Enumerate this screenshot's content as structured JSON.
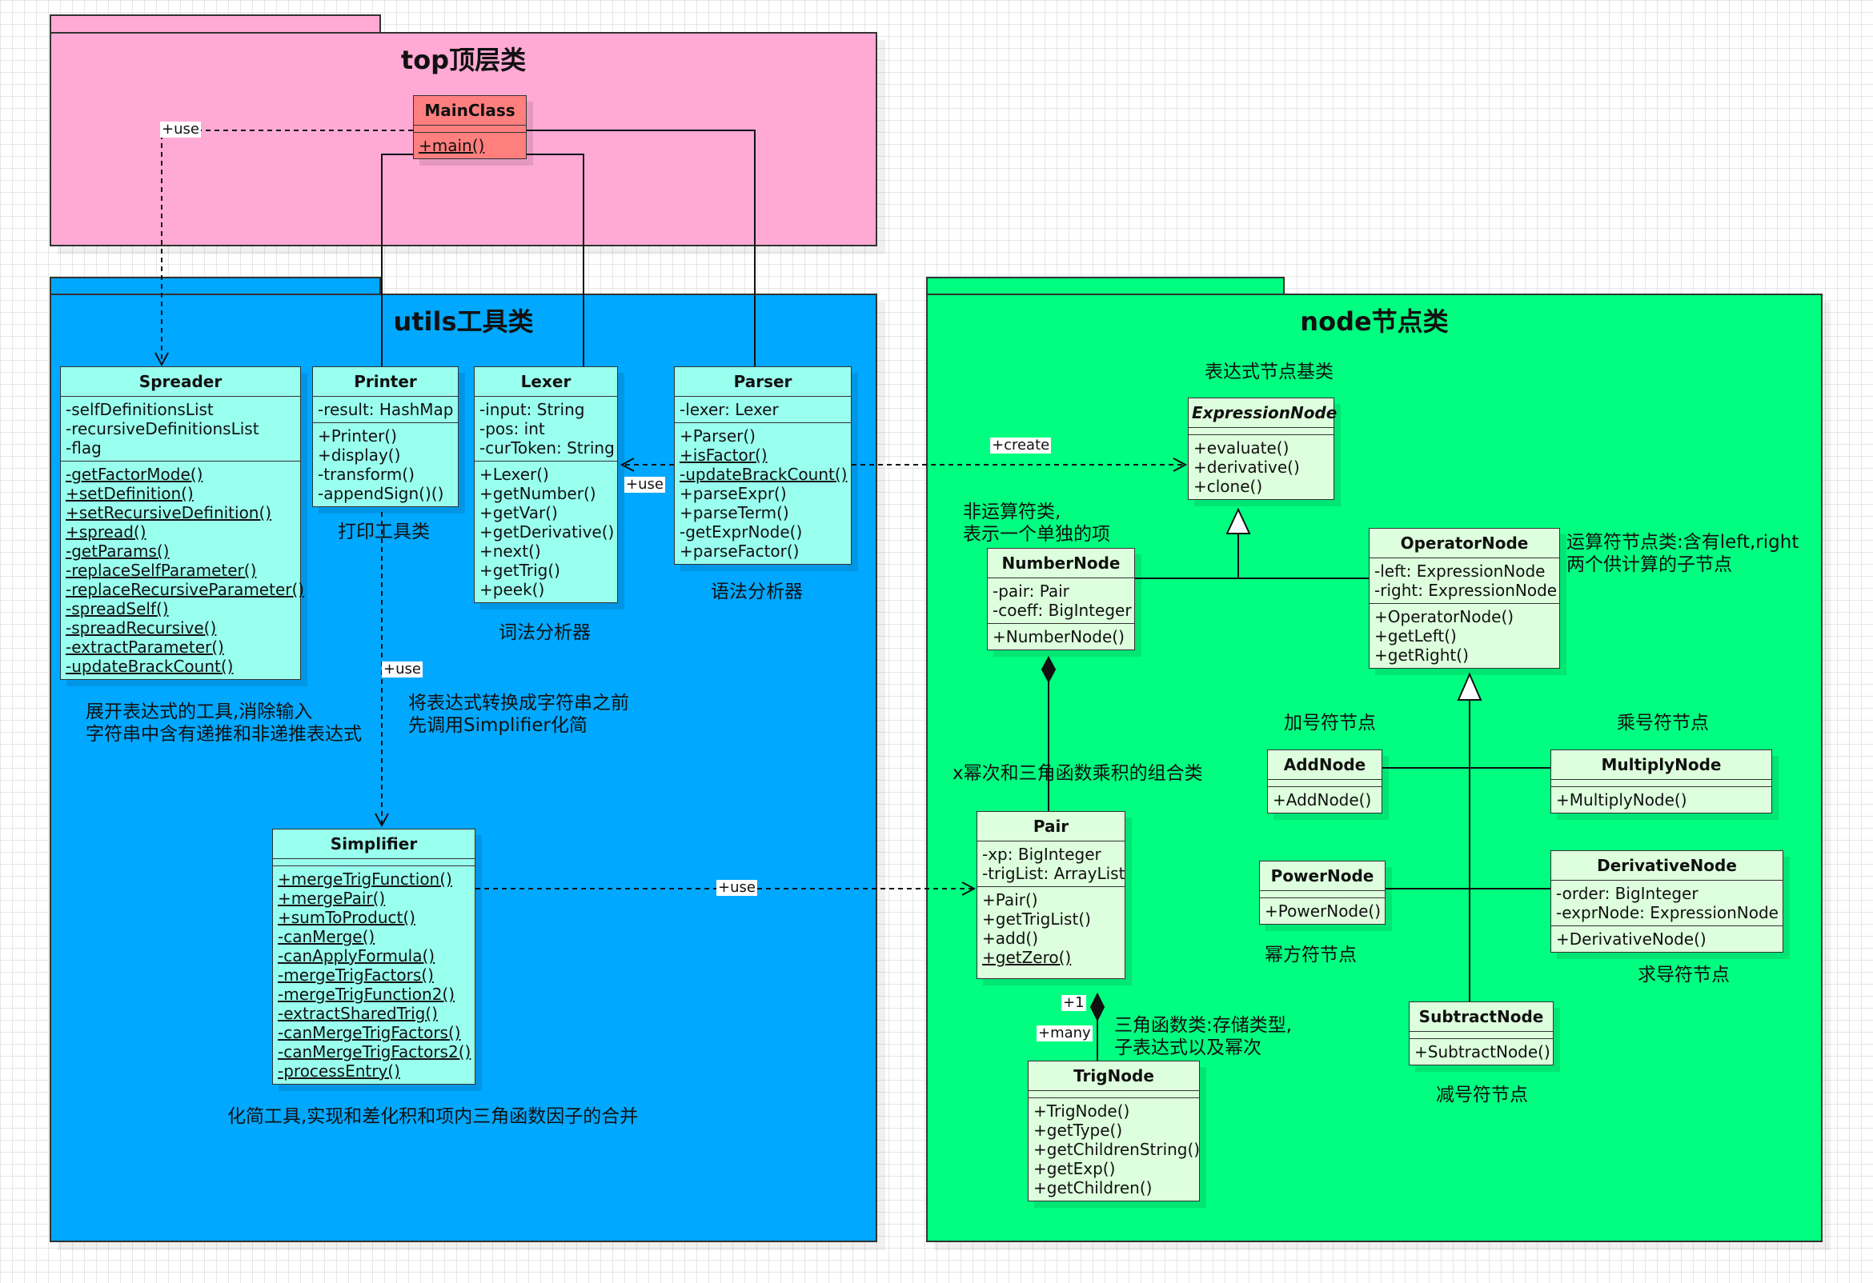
{
  "colors": {
    "top_pkg": "#ffaad5",
    "utils_pkg": "#00a8ff",
    "node_pkg": "#00ff80",
    "mainclass_fill": "#ff7f7f",
    "utils_class_fill": "#99ffee",
    "node_class_fill": "#ddffdd"
  },
  "packages": {
    "top": "top顶层类",
    "utils": "utils工具类",
    "node": "node节点类"
  },
  "classes": {
    "mainclass": {
      "name": "MainClass",
      "methods": [
        "+main()"
      ]
    },
    "spreader": {
      "name": "Spreader",
      "attributes": [
        "-selfDefinitionsList",
        "-recursiveDefinitionsList",
        "-flag"
      ],
      "methods": [
        "-getFactorMode()",
        "+setDefinition()",
        "+setRecursiveDefinition()",
        "+spread()",
        "-getParams()",
        "-replaceSelfParameter()",
        "-replaceRecursiveParameter()",
        "-spreadSelf()",
        "-spreadRecursive()",
        "-extractParameter()",
        "-updateBrackCount()"
      ]
    },
    "printer": {
      "name": "Printer",
      "attributes": [
        "-result: HashMap"
      ],
      "methods": [
        "+Printer()",
        "+display()",
        "-transform()",
        "-appendSign()()"
      ]
    },
    "lexer": {
      "name": "Lexer",
      "attributes": [
        "-input: String",
        "-pos: int",
        "-curToken: String"
      ],
      "methods": [
        "+Lexer()",
        "+getNumber()",
        "+getVar()",
        "+getDerivative()",
        "+next()",
        "+getTrig()",
        "+peek()"
      ]
    },
    "parser": {
      "name": "Parser",
      "attributes": [
        "-lexer: Lexer"
      ],
      "methods": [
        "+Parser()",
        "+isFactor()",
        "-updateBrackCount()",
        "+parseExpr()",
        "+parseTerm()",
        "-getExprNode()",
        "+parseFactor()"
      ]
    },
    "simplifier": {
      "name": "Simplifier",
      "methods": [
        "+mergeTrigFunction()",
        "+mergePair()",
        "+sumToProduct()",
        "-canMerge()",
        "-canApplyFormula()",
        "-mergeTrigFactors()",
        "-mergeTrigFunction2()",
        "-extractSharedTrig()",
        "-canMergeTrigFactors()",
        "-canMergeTrigFactors2()",
        "-processEntry()"
      ]
    },
    "expressionnode": {
      "name": "ExpressionNode",
      "methods": [
        "+evaluate()",
        "+derivative()",
        "+clone()"
      ]
    },
    "numbernode": {
      "name": "NumberNode",
      "attributes": [
        "-pair: Pair",
        "-coeff: BigInteger"
      ],
      "methods": [
        "+NumberNode()"
      ]
    },
    "operatornode": {
      "name": "OperatorNode",
      "attributes": [
        "-left: ExpressionNode",
        "-right: ExpressionNode"
      ],
      "methods": [
        "+OperatorNode()",
        "+getLeft()",
        "+getRight()"
      ]
    },
    "addnode": {
      "name": "AddNode",
      "methods": [
        "+AddNode()"
      ]
    },
    "multiplynode": {
      "name": "MultiplyNode",
      "methods": [
        "+MultiplyNode()"
      ]
    },
    "powernode": {
      "name": "PowerNode",
      "methods": [
        "+PowerNode()"
      ]
    },
    "derivativenode": {
      "name": "DerivativeNode",
      "attributes": [
        "-order: BigInteger",
        "-exprNode: ExpressionNode"
      ],
      "methods": [
        "+DerivativeNode()"
      ]
    },
    "subtractnode": {
      "name": "SubtractNode",
      "methods": [
        "+SubtractNode()"
      ]
    },
    "pair": {
      "name": "Pair",
      "attributes": [
        "-xp: BigInteger",
        "-trigList: ArrayList"
      ],
      "methods": [
        "+Pair()",
        "+getTrigList()",
        "+add()",
        "+getZero()"
      ]
    },
    "trignode": {
      "name": "TrigNode",
      "methods": [
        "+TrigNode()",
        "+getType()",
        "+getChildrenString()",
        "+getExp()",
        "+getChildren()"
      ]
    }
  },
  "notes": {
    "printer": "打印工具类",
    "lexer": "词法分析器",
    "parser": "语法分析器",
    "spreader": [
      "展开表达式的工具,消除输入",
      "字符串中含有递推和非递推表达式"
    ],
    "printer_use": [
      "将表达式转换成字符串之前",
      "先调用Simplifier化简"
    ],
    "simplifier": "化简工具,实现和差化积和项内三角函数因子的合并",
    "expressionnode": "表达式节点基类",
    "numbernode": [
      "非运算符类,",
      "表示一个单独的项"
    ],
    "operatornode": [
      "运算符节点类:含有left,right",
      "两个供计算的子节点"
    ],
    "addnode": "加号符节点",
    "multiplynode": "乘号符节点",
    "pair": "x幂次和三角函数乘积的组合类",
    "powernode": "幂方符节点",
    "derivativenode": "求导符节点",
    "subtractnode": "减号符节点",
    "trignode": [
      "三角函数类:存储类型,",
      "子表达式以及幂次"
    ]
  },
  "relation_labels": {
    "main_use": "+use",
    "parser_use_lexer": "+use",
    "create": "+create",
    "printer_use": "+use",
    "simplifier_use": "+use",
    "mult_one": "+1",
    "mult_many": "+many"
  }
}
